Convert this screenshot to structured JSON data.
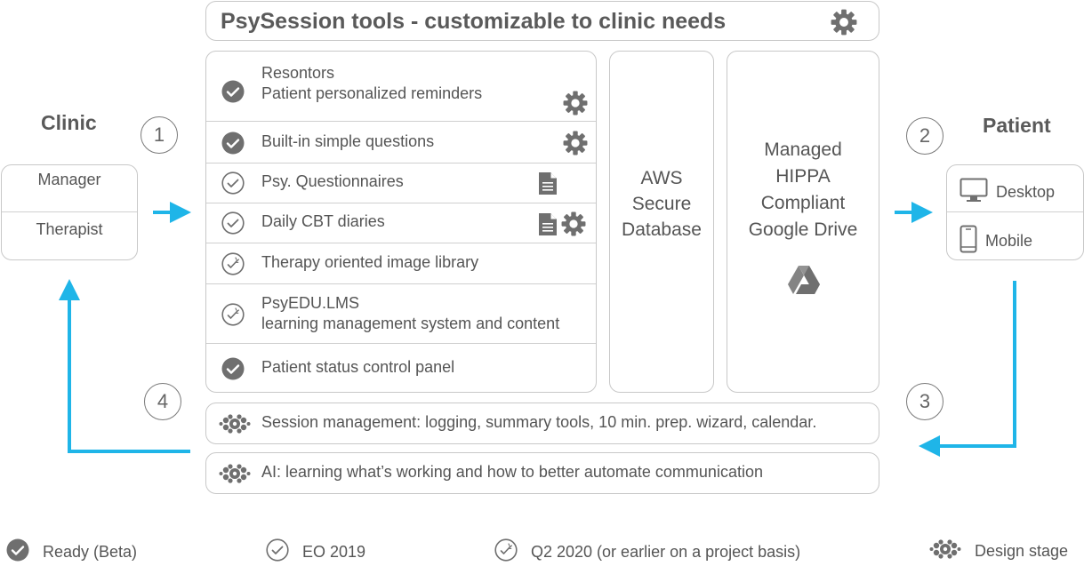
{
  "header": {
    "title": "PsySession tools - customizable to clinic needs",
    "title_icon": "gear-icon"
  },
  "clinic": {
    "title": "Clinic",
    "roles": [
      "Manager",
      "Therapist"
    ]
  },
  "patient": {
    "title": "Patient",
    "devices": [
      {
        "label": "Desktop",
        "icon": "desktop-icon"
      },
      {
        "label": "Mobile",
        "icon": "mobile-icon"
      }
    ]
  },
  "steps": [
    "1",
    "2",
    "3",
    "4"
  ],
  "tools": [
    {
      "lines": [
        "Resontors",
        "Patient personalized reminders"
      ],
      "status": "ready",
      "icons": [
        "gear-icon"
      ]
    },
    {
      "lines": [
        "Built-in simple questions"
      ],
      "status": "ready",
      "icons": [
        "gear-icon"
      ]
    },
    {
      "lines": [
        "Psy. Questionnaires"
      ],
      "status": "eo2019",
      "icons": [
        "document-icon"
      ]
    },
    {
      "lines": [
        "Daily CBT diaries"
      ],
      "status": "eo2019",
      "icons": [
        "document-icon",
        "gear-icon"
      ]
    },
    {
      "lines": [
        "Therapy oriented image library"
      ],
      "status": "q22020",
      "icons": []
    },
    {
      "lines": [
        "PsyEDU.LMS",
        "learning management system and content"
      ],
      "status": "q22020",
      "icons": []
    },
    {
      "lines": [
        "Patient status control panel"
      ],
      "status": "ready",
      "icons": []
    }
  ],
  "aws": {
    "lines": [
      "AWS",
      "Secure",
      "Database"
    ]
  },
  "drive": {
    "lines": [
      "Managed",
      "HIPPA",
      "Compliant",
      "Google Drive"
    ],
    "icon": "google-drive-icon"
  },
  "bars": [
    {
      "text": "Session management: logging, summary tools, 10 min. prep. wizard, calendar.",
      "status": "design"
    },
    {
      "text": "AI: learning what’s working and how to better automate communication",
      "status": "design"
    }
  ],
  "legend": [
    {
      "key": "ready",
      "label": "Ready (Beta)"
    },
    {
      "key": "eo2019",
      "label": "EO 2019"
    },
    {
      "key": "q22020",
      "label": "Q2 2020 (or earlier on a project basis)"
    },
    {
      "key": "design",
      "label": "Design stage"
    }
  ],
  "colors": {
    "accent": "#1fb5e8",
    "text": "#555555",
    "icon": "#6f6f6f",
    "border": "#c8c8c8"
  }
}
